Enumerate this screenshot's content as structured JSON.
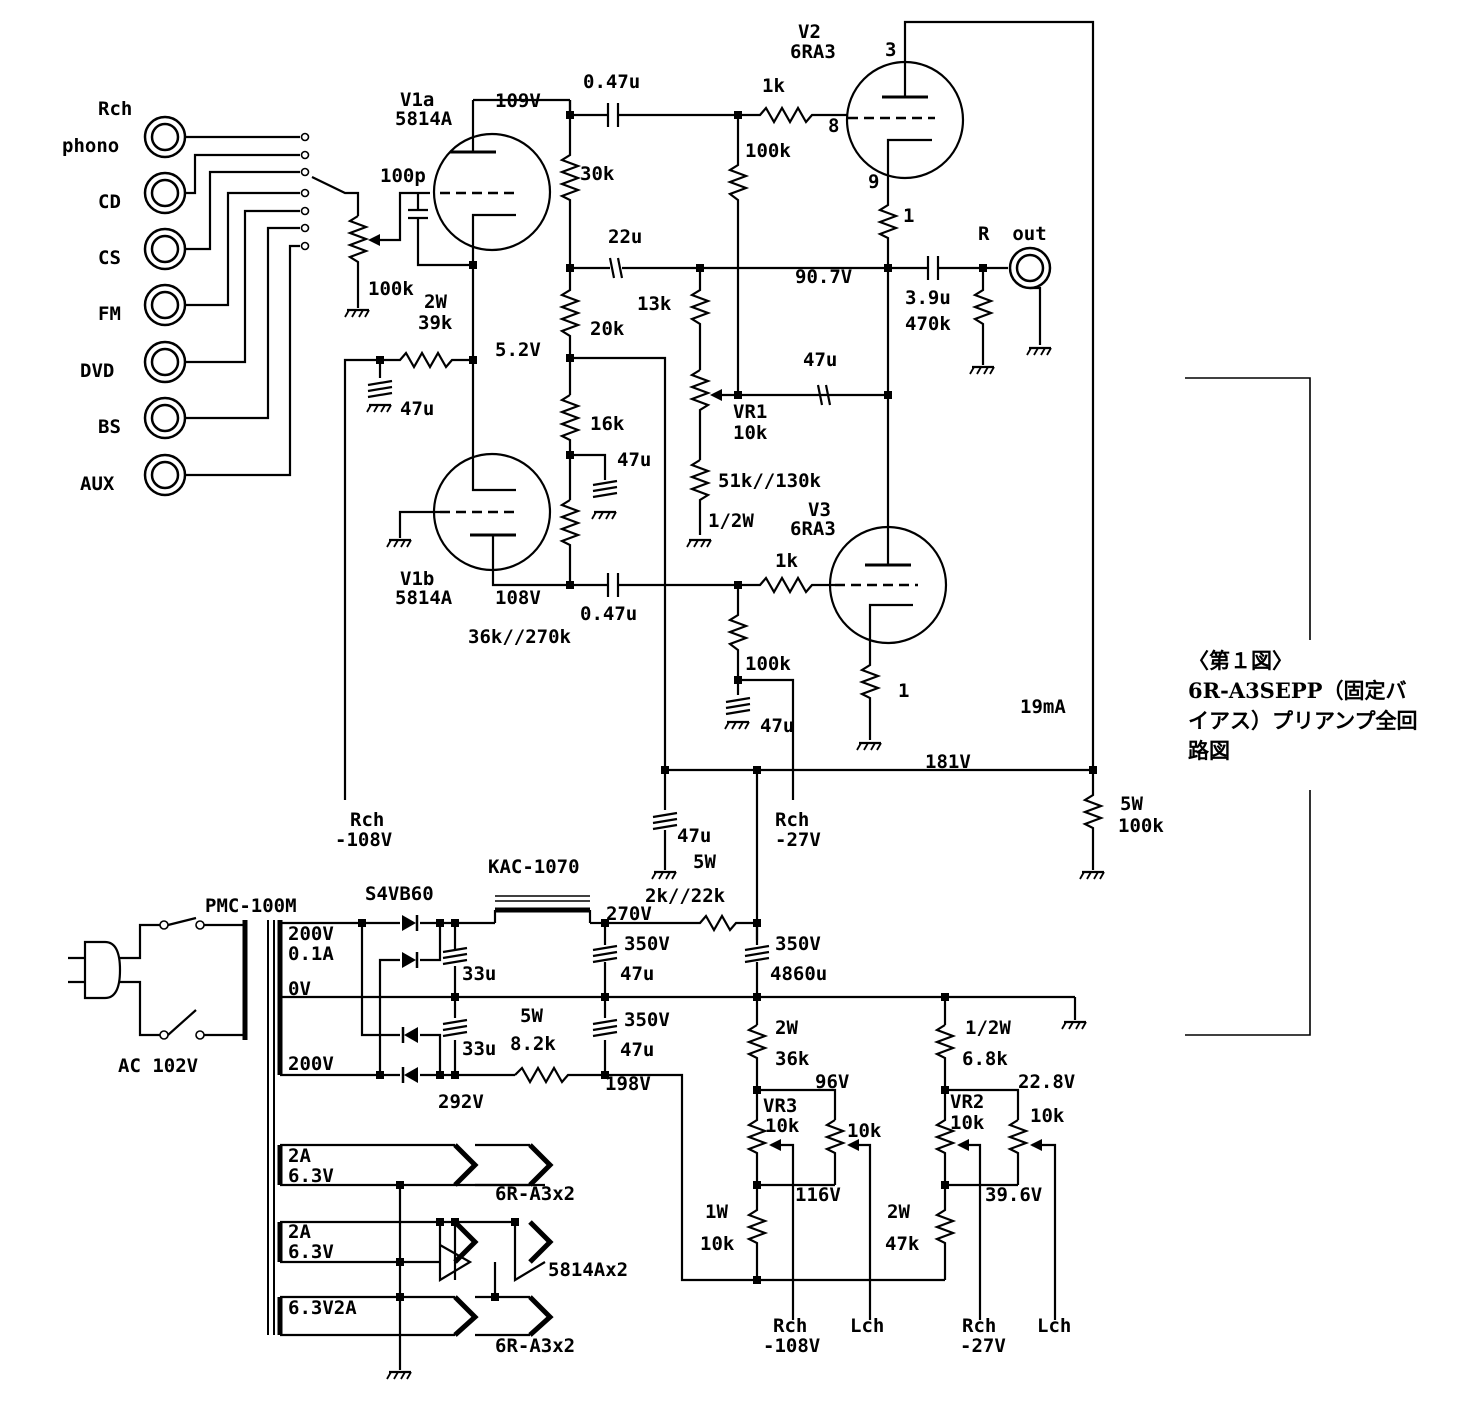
{
  "caption": {
    "line1": "〈第１図〉",
    "line2": "6R-A3SEPP（固定バ",
    "line3": "イアス）プリアンプ全回",
    "line4": "路図"
  },
  "inputs": {
    "rch_label": "Rch",
    "phono": "phono",
    "cd": "CD",
    "cs": "CS",
    "fm": "FM",
    "dvd": "DVD",
    "bs": "BS",
    "aux": "AUX"
  },
  "tubes": {
    "v1a_name": "V1a",
    "v1a_type": "5814A",
    "v1b_name": "V1b",
    "v1b_type": "5814A",
    "v2_name": "V2",
    "v2_type": "6RA3",
    "v3_name": "V3",
    "v3_type": "6RA3",
    "pin3": "3",
    "pin8": "8",
    "pin9": "9"
  },
  "labels": {
    "v109": "109V",
    "c047_top": "0.47u",
    "r1k_top": "1k",
    "r100k_top": "100k",
    "r30k": "30k",
    "c100p": "100p",
    "r1_top": "1",
    "c22u": "22u",
    "rout": "R  out",
    "vol100k": "100k",
    "r2w": "2W",
    "r39k": "39k",
    "r13k": "13k",
    "v907": "90.7V",
    "c39u": "3.9u",
    "r470k": "470k",
    "r20k": "20k",
    "v52": "5.2V",
    "c47u_a": "47u",
    "c47u_b": "47u",
    "vr1": "VR1",
    "vr1_val": "10k",
    "r16k": "16k",
    "c47u_c": "47u",
    "r51k": "51k//130k",
    "r12w": "1/2W",
    "r1k_bot": "1k",
    "v108": "108V",
    "c047_bot": "0.47u",
    "r36k270k": "36k//270k",
    "r100k_bot": "100k",
    "c47u_d": "47u",
    "r1_bot": "1",
    "i19ma": "19mA",
    "v181": "181V",
    "rch_m108_a": "Rch",
    "m108_a": "-108V",
    "c47u_e": "47u",
    "rch_m27_a": "Rch",
    "m27_a": "-27V",
    "r5w_a": "5W",
    "r100k_5w": "100k",
    "r5w_b": "5W",
    "kac": "KAC-1070",
    "s4vb60": "S4VB60",
    "pmc": "PMC-100M",
    "r2k22k": "2k//22k",
    "v270": "270V",
    "t200v": "200V",
    "t01a": "0.1A",
    "c350v_a": "350V",
    "c47u_f": "47u",
    "c350v_b": "350V",
    "c4860u": "4860u",
    "c33u_a": "33u",
    "t0v": "0V",
    "r5w_c": "5W",
    "c350v_c": "350V",
    "c33u_b": "33u",
    "r82k": "8.2k",
    "c47u_g": "47u",
    "t200v_b": "200V",
    "v198": "198V",
    "v292": "292V",
    "ac102": "AC 102V",
    "r2w_b": "2W",
    "r36k": "36k",
    "v96": "96V",
    "r12w_b": "1/2W",
    "r68k": "6.8k",
    "v228": "22.8V",
    "vr3": "VR3",
    "vr3_val": "10k",
    "r10k_a": "10k",
    "vr2": "VR2",
    "vr2_val": "10k",
    "r10k_b": "10k",
    "v116": "116V",
    "v396": "39.6V",
    "r1w": "1W",
    "r10k_c": "10k",
    "r2w_c": "2W",
    "r47k": "47k",
    "rch_m108_b": "Rch",
    "m108_b": "-108V",
    "lch_a": "Lch",
    "rch_m27_b": "Rch",
    "m27_b": "-27V",
    "lch_b": "Lch",
    "h1_a": "2A",
    "h1_v": "6.3V",
    "h1_load": "6R-A3x2",
    "h2_a": "2A",
    "h2_v": "6.3V",
    "h2_load": "5814Ax2",
    "h3": "6.3V2A",
    "h3_load": "6R-A3x2"
  }
}
